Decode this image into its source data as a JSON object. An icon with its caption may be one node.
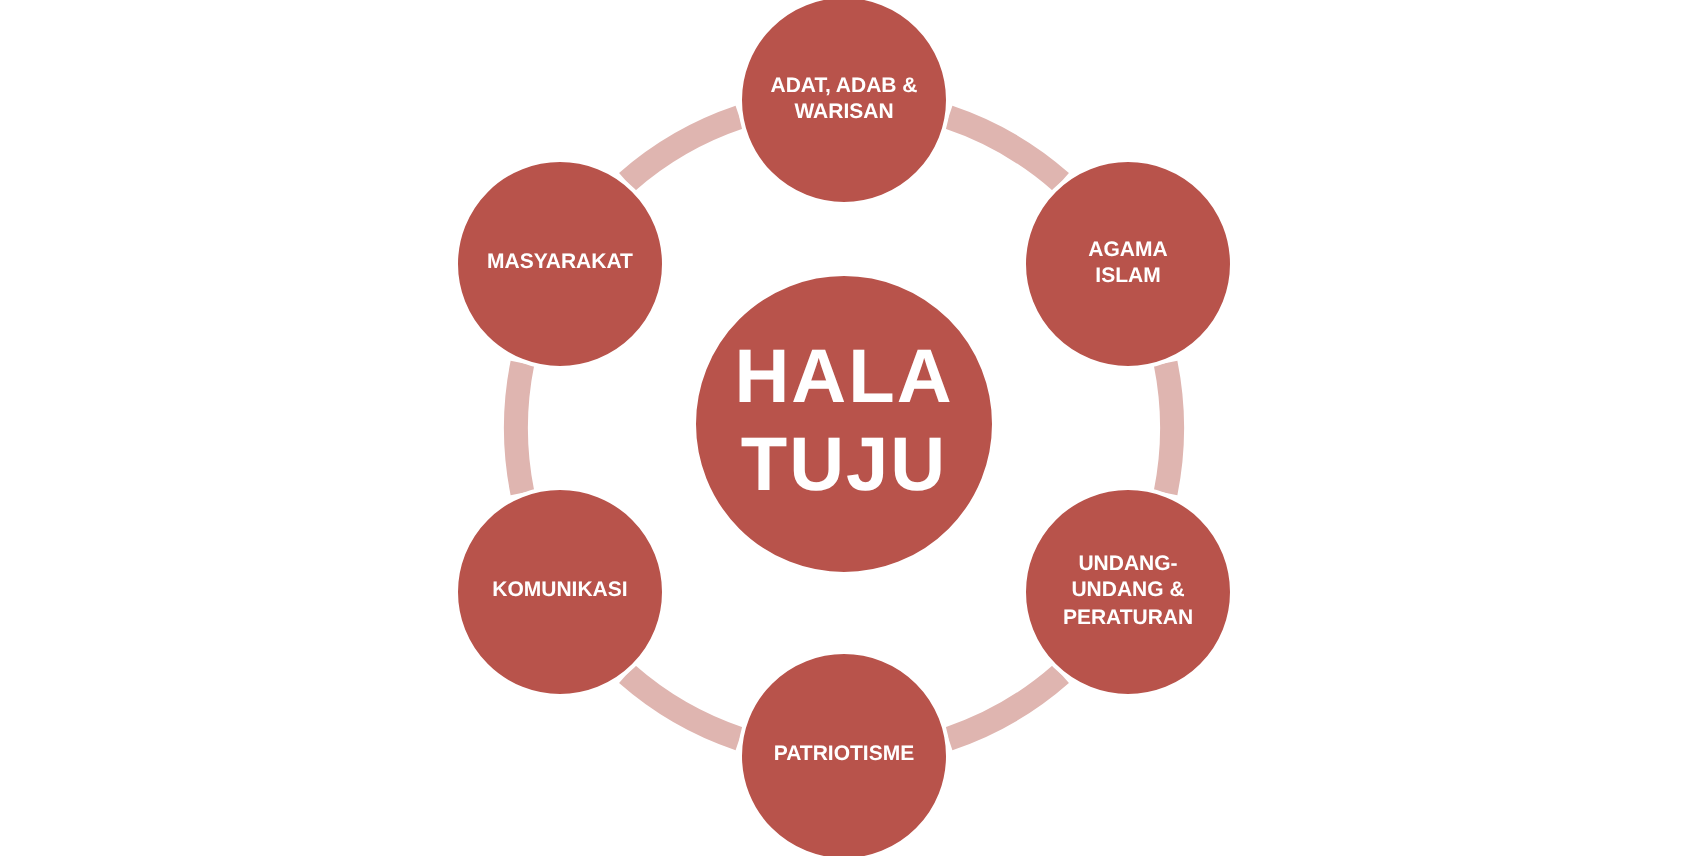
{
  "diagram": {
    "nodes": [
      {
        "text": [
          "HALA TUJU"
        ]
      },
      {
        "text": [
          "ADAT, ADAB & WARISAN"
        ]
      },
      {
        "text": [
          "AGAMA ISLAM"
        ]
      },
      {
        "text": [
          "UNDANG-UNDANG & PERATURAN"
        ]
      },
      {
        "text": [
          "PATRIOTISME"
        ]
      },
      {
        "text": [
          "KOMUNIKASI"
        ]
      },
      {
        "text": [
          "MASYARAKAT"
        ]
      }
    ],
    "edges": [
      {
        "from": 1,
        "to": 2,
        "arrow": "none"
      },
      {
        "from": 2,
        "to": 3,
        "arrow": "none"
      },
      {
        "from": 3,
        "to": 4,
        "arrow": "none"
      },
      {
        "from": 4,
        "to": 5,
        "arrow": "none"
      },
      {
        "from": 5,
        "to": 6,
        "arrow": "none"
      },
      {
        "from": 6,
        "to": 1,
        "arrow": "none"
      }
    ]
  }
}
